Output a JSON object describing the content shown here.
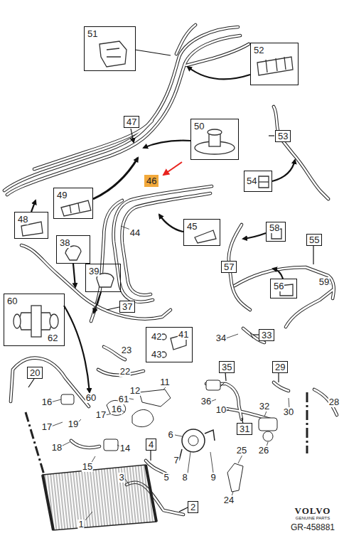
{
  "diagram": {
    "nodes": [
      {
        "text": [
          "51"
        ]
      },
      {
        "text": [
          "52"
        ]
      },
      {
        "text": [
          "47"
        ]
      },
      {
        "text": [
          "50"
        ]
      },
      {
        "text": [
          "53"
        ]
      },
      {
        "text": [
          "54"
        ]
      },
      {
        "text": [
          "49"
        ]
      },
      {
        "text": [
          "46"
        ]
      },
      {
        "text": [
          "48"
        ]
      },
      {
        "text": [
          "45"
        ]
      },
      {
        "text": [
          "58"
        ]
      },
      {
        "text": [
          "57"
        ]
      },
      {
        "text": [
          "55"
        ]
      },
      {
        "text": [
          "56"
        ]
      },
      {
        "text": [
          "38"
        ]
      },
      {
        "text": [
          "39"
        ]
      },
      {
        "text": [
          "37"
        ]
      },
      {
        "text": [
          "60",
          "62"
        ]
      },
      {
        "text": [
          "42",
          "41",
          "43"
        ]
      },
      {
        "text": [
          "33"
        ]
      },
      {
        "text": [
          "20"
        ]
      },
      {
        "text": [
          "35"
        ]
      },
      {
        "text": [
          "29"
        ]
      },
      {
        "text": [
          "31"
        ]
      },
      {
        "text": [
          "4"
        ]
      },
      {
        "text": [
          "2"
        ]
      }
    ],
    "labels": [
      "44",
      "59",
      "34",
      "23",
      "22",
      "12",
      "61",
      "11",
      "36",
      "10",
      "32",
      "30",
      "28",
      "16",
      "17",
      "19",
      "18",
      "60",
      "16",
      "17",
      "15",
      "14",
      "6",
      "7",
      "8",
      "9",
      "25",
      "26",
      "24",
      "3",
      "5",
      "1",
      "VOLVO",
      "GENUINE PARTS",
      "GR-458881"
    ]
  }
}
